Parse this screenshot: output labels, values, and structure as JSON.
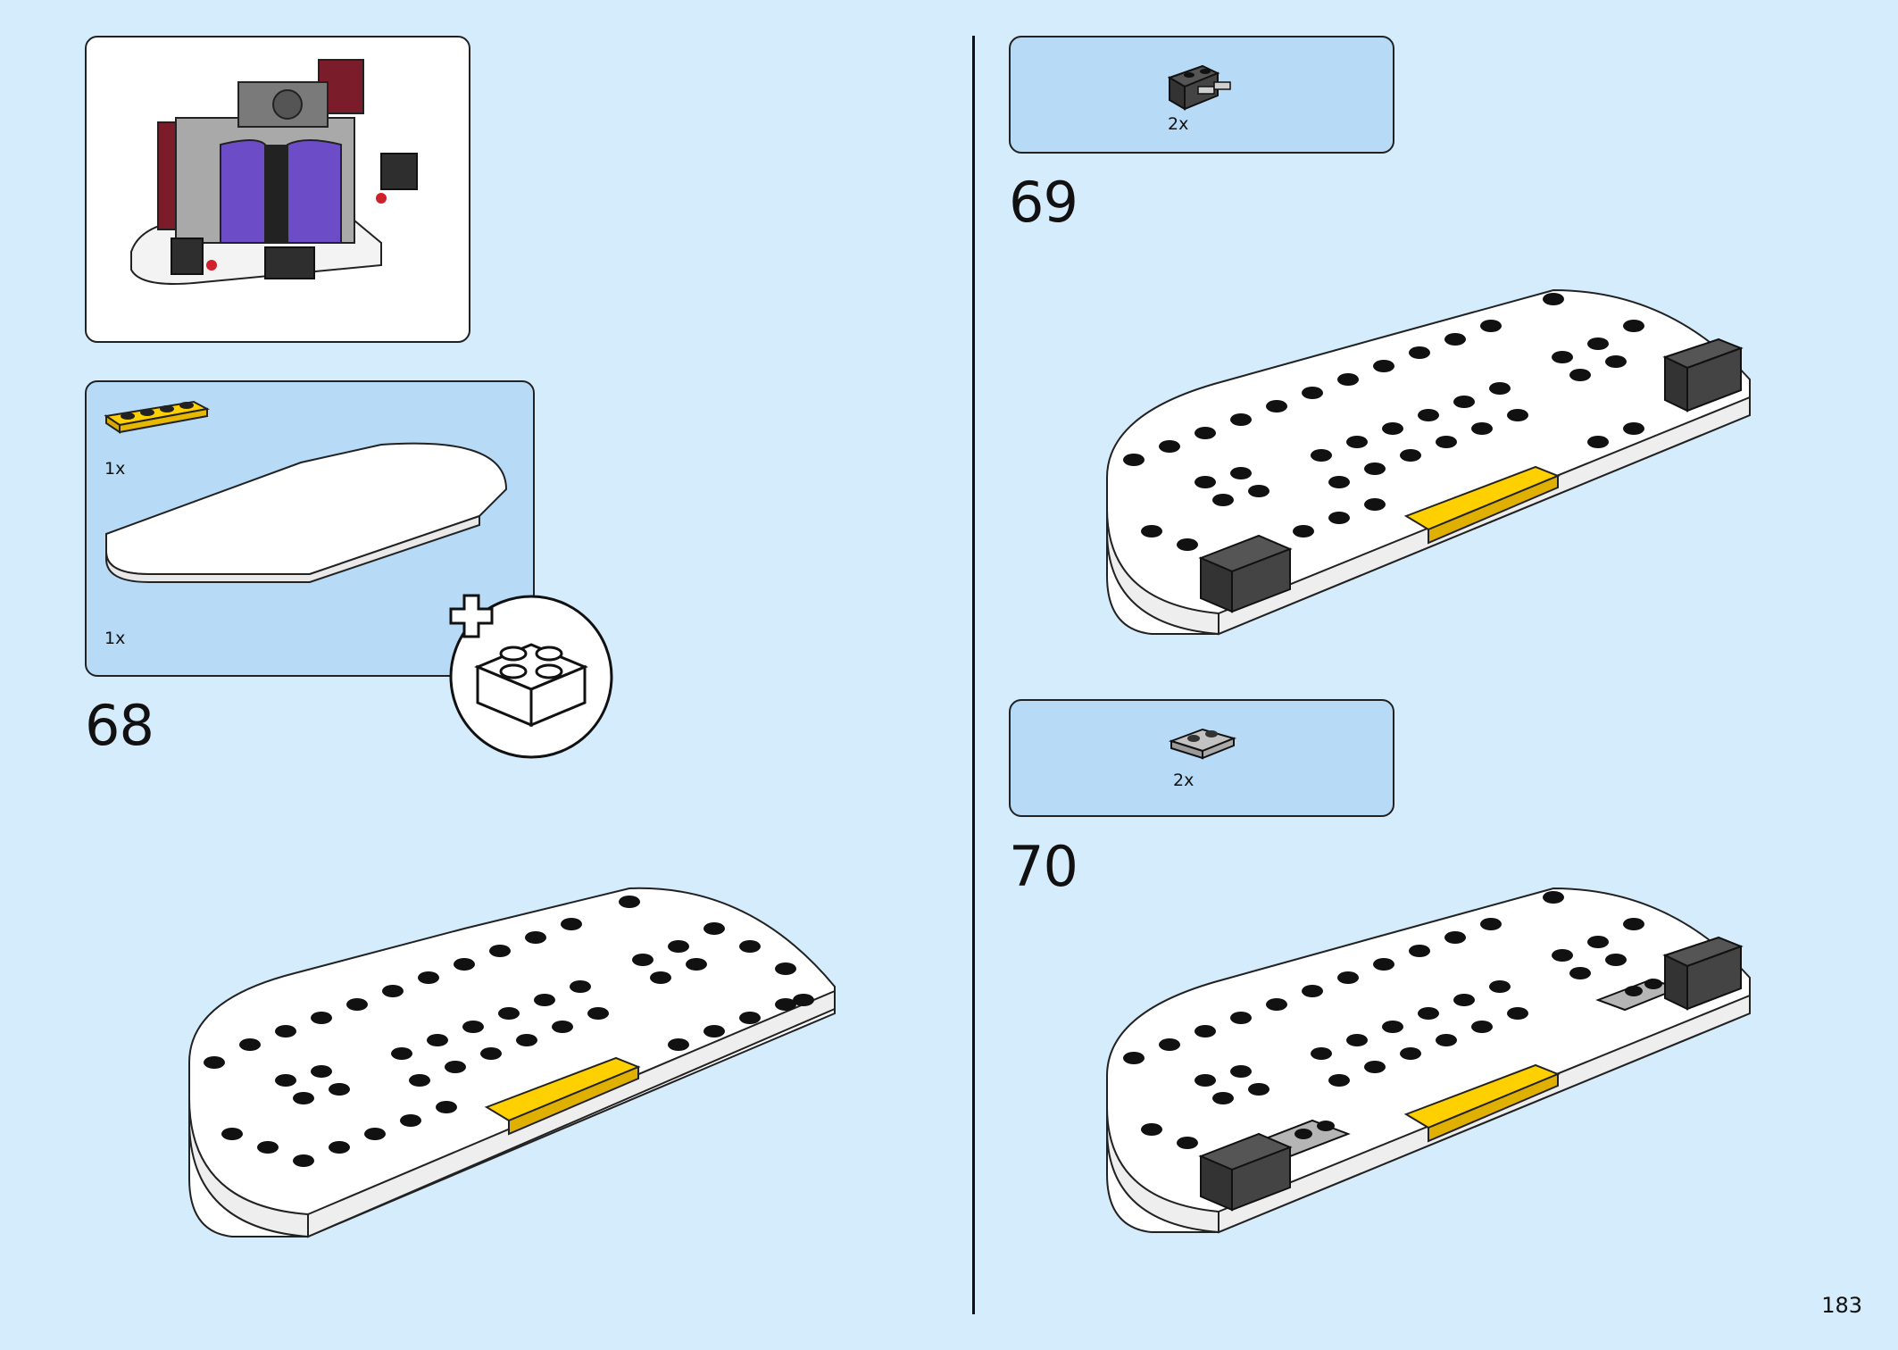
{
  "page": {
    "number": "183"
  },
  "steps": [
    {
      "number": "68",
      "parts": [
        {
          "qty": "1x",
          "part": "yellow 1x4 plate"
        },
        {
          "qty": "1x",
          "part": "white rounded base plate"
        }
      ],
      "note_icon": "add-new-build-icon"
    },
    {
      "number": "69",
      "parts": [
        {
          "qty": "2x",
          "part": "dark grey brick with pins"
        }
      ]
    },
    {
      "number": "70",
      "parts": [
        {
          "qty": "2x",
          "part": "light grey 1x2 plate"
        }
      ]
    }
  ],
  "colors": {
    "background": "#d4ecfb",
    "callout": "#b7dbf6",
    "yellow": "#f5c400",
    "dark_grey": "#3d3d3d",
    "light_grey": "#a8a8a8"
  }
}
